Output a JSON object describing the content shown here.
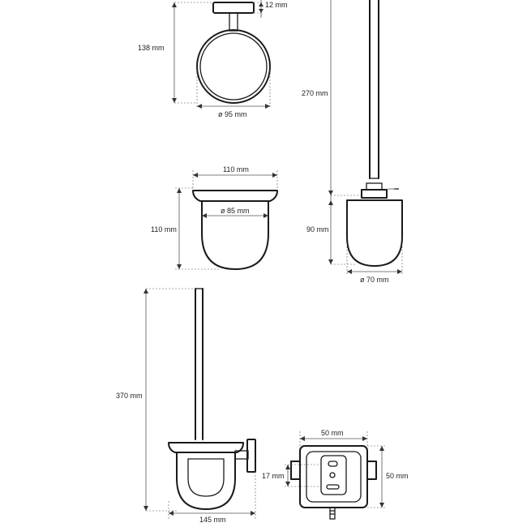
{
  "labels": {
    "ring_mount_depth": "12 mm",
    "ring_height": "138 mm",
    "ring_diameter": "ø 95 mm",
    "rod_length": "270 mm",
    "cup_width": "110 mm",
    "cup_height": "110 mm",
    "cup_inner_diameter": "ø 85 mm",
    "brush_head_height": "90 mm",
    "brush_head_diameter": "ø 70 mm",
    "total_height": "370 mm",
    "total_depth": "145 mm",
    "plate_width": "50 mm",
    "plate_height": "50 mm",
    "hole_spacing": "17 mm"
  }
}
